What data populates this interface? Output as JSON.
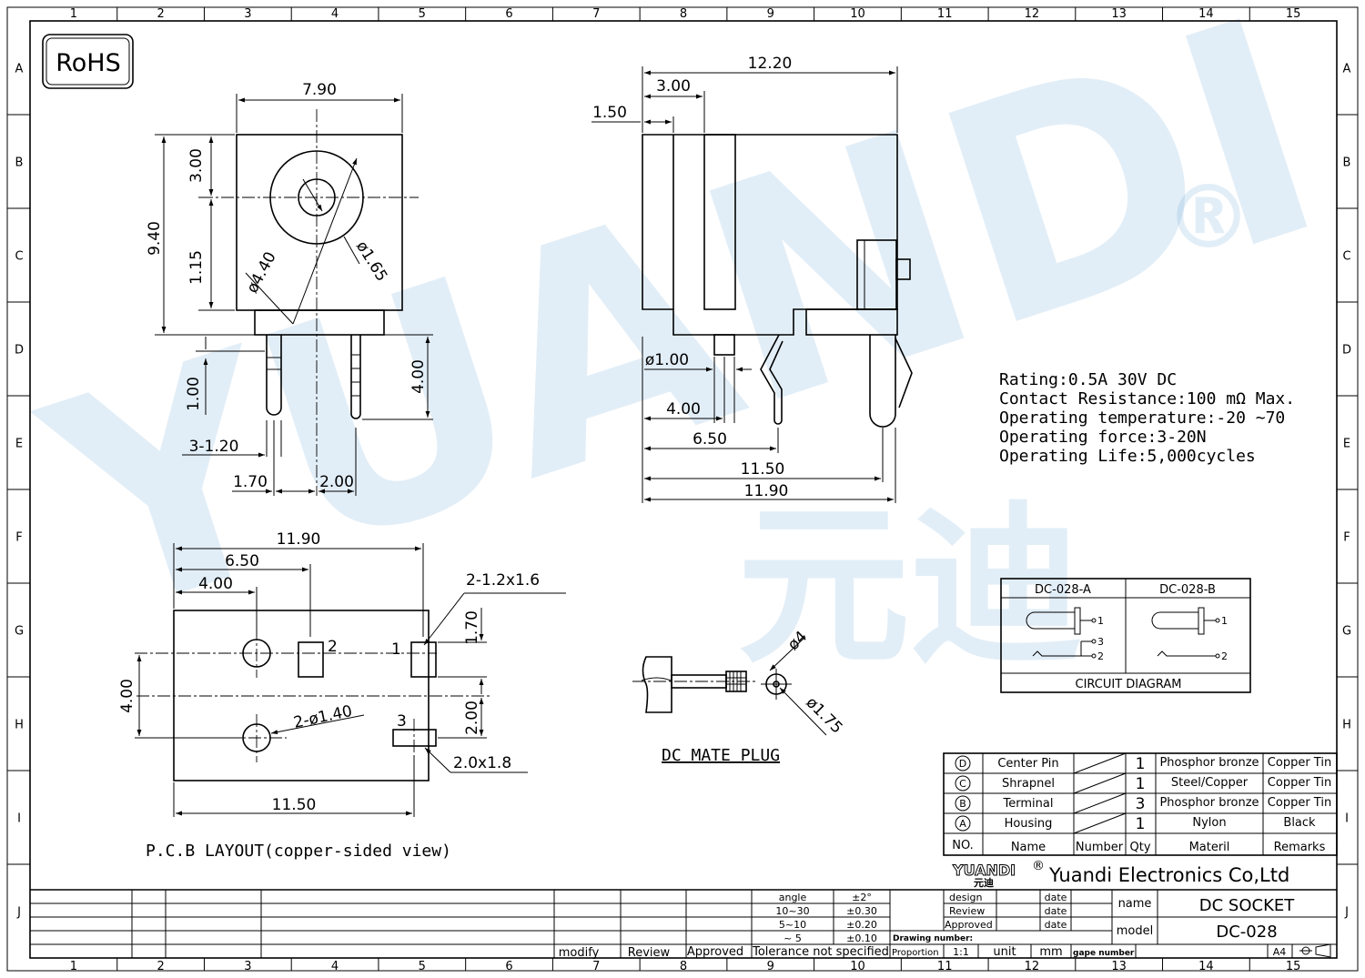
{
  "border": {
    "columns": [
      "1",
      "2",
      "3",
      "4",
      "5",
      "6",
      "7",
      "8",
      "9",
      "10",
      "11",
      "12",
      "13",
      "14",
      "15"
    ],
    "rows": [
      "A",
      "B",
      "C",
      "D",
      "E",
      "F",
      "G",
      "H",
      "I",
      "J"
    ]
  },
  "badge": {
    "rohs": "RoHS"
  },
  "watermark": {
    "text": "YUANDI",
    "cn": "元迪",
    "reg": "®"
  },
  "front_view": {
    "width": "7.90",
    "height": "9.40",
    "top_to_center": "3.00",
    "lower": "1.15",
    "outer_dia": "ø4.40",
    "pin_dia": "ø1.65",
    "pin_len_left": "1.00",
    "pin_len_right": "4.00",
    "pin_width": "3-1.20",
    "pitch_a": "1.70",
    "pitch_b": "2.00"
  },
  "side_view": {
    "total": "12.20",
    "step": "3.00",
    "front": "1.50",
    "pin_dia": "ø1.00",
    "d1": "4.00",
    "d2": "6.50",
    "d3": "11.50",
    "d4": "11.90"
  },
  "specs": [
    "Rating:0.5A 30V DC",
    "Contact Resistance:100 mΩ Max.",
    "Operating temperature:-20 ~70",
    "Operating force:3-20N",
    "Operating Life:5,000cycles"
  ],
  "pcb": {
    "d_total": "11.90",
    "d_mid": "6.50",
    "d_near": "4.00",
    "slot": "2-1.2x1.6",
    "h_top": "1.70",
    "h_left": "4.00",
    "h_bottom": "2.00",
    "holes": "2-ø1.40",
    "pad": "2.0x1.8",
    "bottom": "11.50",
    "p1": "1",
    "p2": "2",
    "p3": "3",
    "caption": "P.C.B LAYOUT(copper-sided view)"
  },
  "plug": {
    "dia_a": "ø4",
    "dia_b": "ø1.75",
    "caption": "DC MATE PLUG"
  },
  "circuit": {
    "col_a": "DC-028-A",
    "col_b": "DC-028-B",
    "caption": "CIRCUIT DIAGRAM",
    "pin1": "1",
    "pin2": "2",
    "pin3": "3"
  },
  "bom": {
    "rows": [
      {
        "no": "D",
        "name": "Center Pin",
        "qty": "1",
        "material": "Phosphor bronze",
        "remarks": "Copper Tin"
      },
      {
        "no": "C",
        "name": "Shrapnel",
        "qty": "1",
        "material": "Steel/Copper",
        "remarks": "Copper Tin"
      },
      {
        "no": "B",
        "name": "Terminal",
        "qty": "3",
        "material": "Phosphor bronze",
        "remarks": "Copper Tin"
      },
      {
        "no": "A",
        "name": "Housing",
        "qty": "1",
        "material": "Nylon",
        "remarks": "Black"
      }
    ],
    "header": {
      "no": "NO.",
      "name": "Name",
      "number": "Number",
      "qty": "Qty",
      "material": "Materil",
      "remarks": "Remarks"
    }
  },
  "title_block": {
    "logo": "YUANDI",
    "logo_reg": "®",
    "logo_cn": "元迪",
    "company": "Yuandi Electronics Co,Ltd",
    "tol_labels": [
      "angle",
      "10~30",
      "5~10",
      "~ 5"
    ],
    "tol_values": [
      "±2°",
      "±0.30",
      "±0.20",
      "±0.10"
    ],
    "tol_footer": "Tolerance not specified",
    "rev_cols": [
      "modify",
      "Review",
      "Approved"
    ],
    "design": "design",
    "review": "Review",
    "approved": "Approved",
    "date": "date",
    "drawing_number": "Drawing number:",
    "proportion": "Proportion",
    "scale": "1:1",
    "unit": "unit",
    "mm": "mm",
    "gape_number": "gape number",
    "sheet": "A4",
    "name_label": "name",
    "name_value": "DC SOCKET",
    "model_label": "model",
    "model_value": "DC-028"
  }
}
